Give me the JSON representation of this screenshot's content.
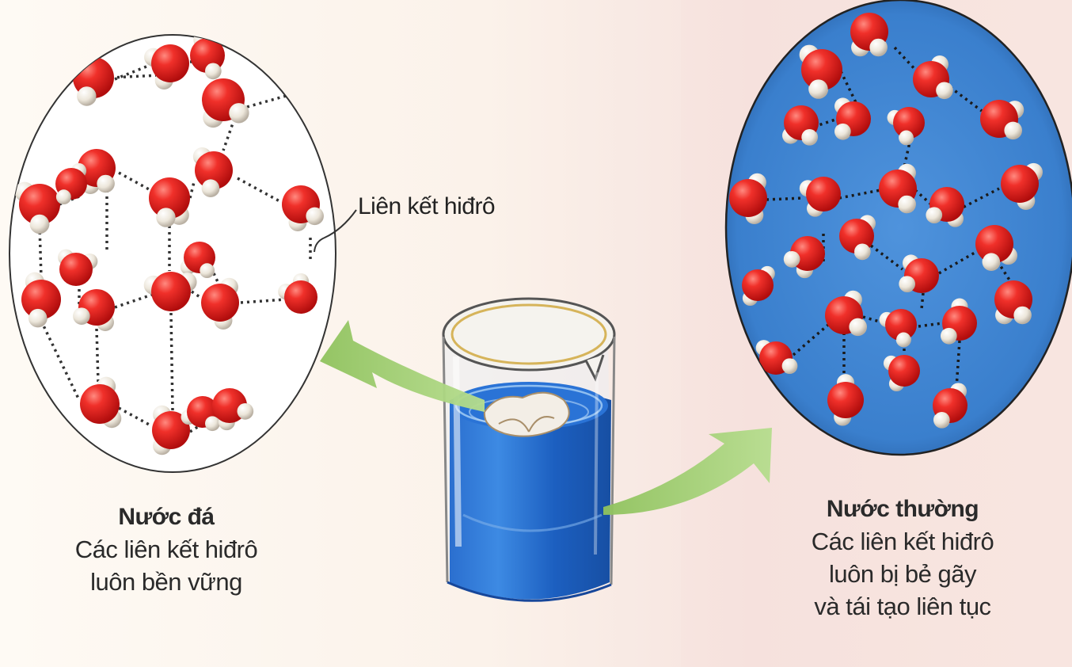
{
  "labels": {
    "hydrogen_bond": "Liên kết hiđrô"
  },
  "ice": {
    "title": "Nước đá",
    "line1": "Các liên kết hiđrô",
    "line2": "luôn bền vững"
  },
  "water": {
    "title": "Nước thường",
    "line1": "Các liên kết hiđrô",
    "line2": "luôn bị bẻ gãy",
    "line3": "và tái tạo liên tục"
  },
  "colors": {
    "oxygen": "#e2231a",
    "hydrogen": "#efe9df",
    "water_blue": "#3f86d3",
    "beaker_blue": "#1f6fd0",
    "arrow": "#9fcf73"
  },
  "icons": {
    "ice": "ice-lattice",
    "water": "liquid-water",
    "beaker": "beaker-with-ice"
  }
}
